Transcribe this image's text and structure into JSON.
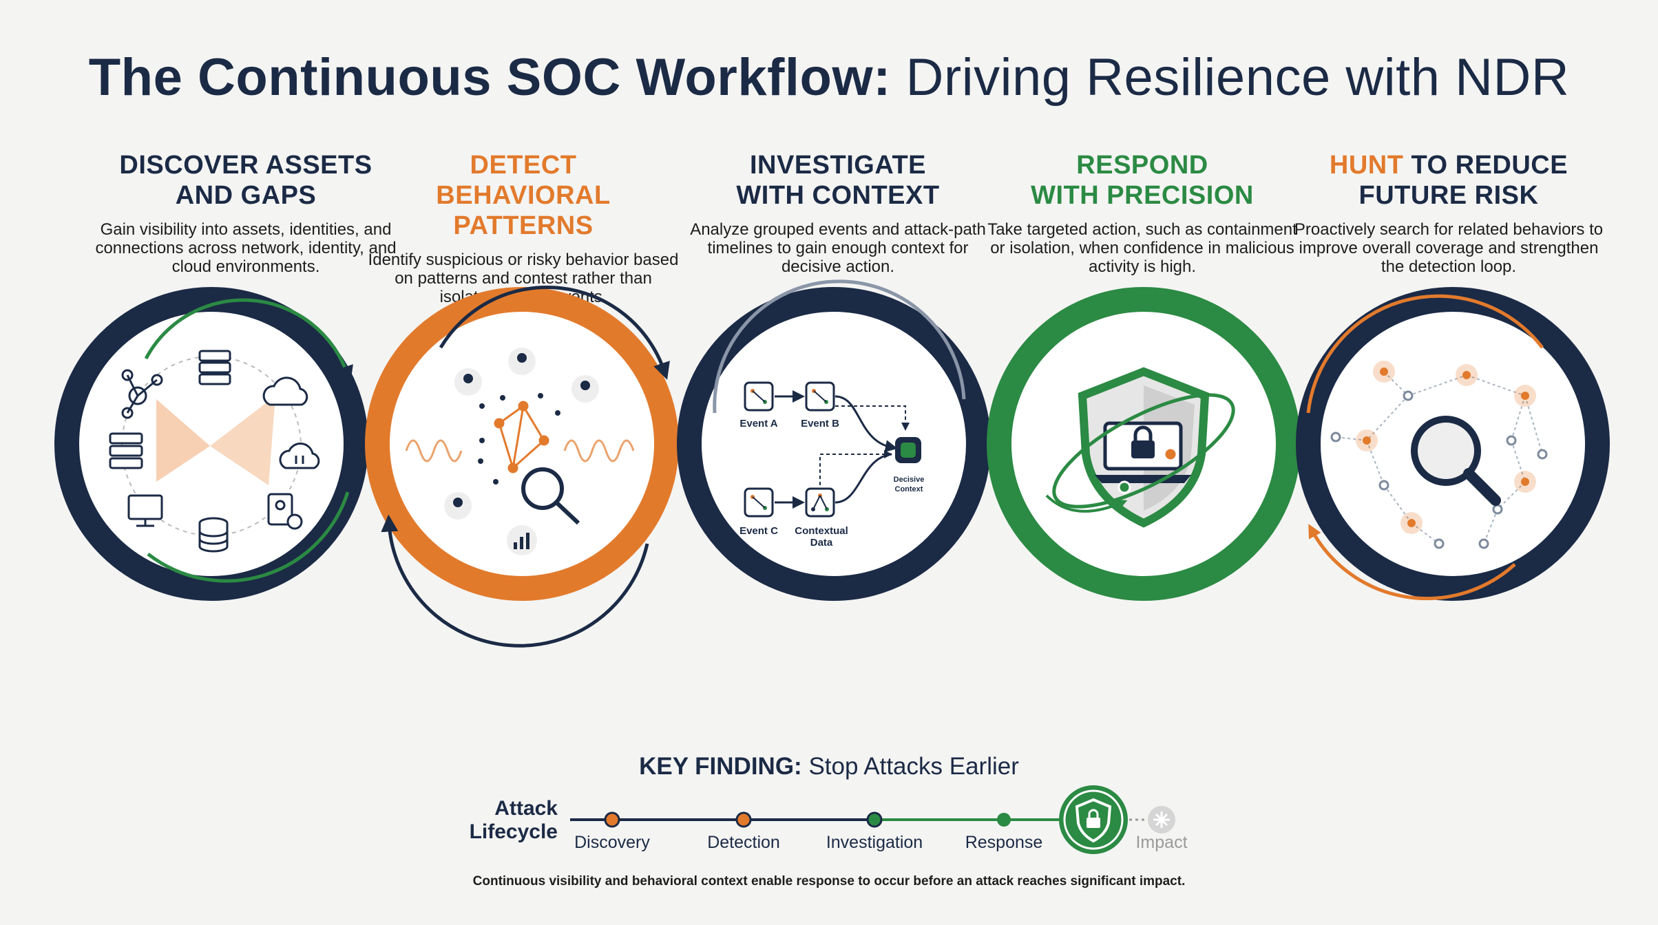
{
  "title": {
    "bold": "The Continuous SOC Workflow:",
    "regular": "Driving Resilience with NDR"
  },
  "stages": [
    {
      "heading_line1": "DISCOVER ASSETS",
      "heading_line2": "AND GAPS",
      "description": "Gain visibility into assets, identities, and connections across network, identity, and cloud environments.",
      "accent": "#1b2a45"
    },
    {
      "heading_line1": "DETECT",
      "heading_line2": "BEHAVIORAL PATTERNS",
      "description": "Identify suspicious or risky behavior based on patterns and contest rather than isolated, single events.",
      "accent": "#e27a2c"
    },
    {
      "heading_line1": "INVESTIGATE",
      "heading_line2": "WITH CONTEXT",
      "description": "Analyze grouped events and attack-path timelines to gain enough context for decisive action.",
      "accent": "#1b2a45"
    },
    {
      "heading_line1": "RESPOND",
      "heading_line2": "WITH PRECISION",
      "description": "Take targeted action, such as containment or isolation, when confidence in malicious activity is high.",
      "accent": "#2b8a43"
    },
    {
      "heading_line1_accent": "HUNT",
      "heading_line1_rest": " TO REDUCE",
      "heading_line2": "FUTURE RISK",
      "description": "Proactively search for related behaviors to improve overall coverage and strengthen the detection loop.",
      "accent": "#e27a2c"
    }
  ],
  "investigate_diagram": {
    "event_a": "Event A",
    "event_b": "Event B",
    "event_c": "Event C",
    "contextual_data_line1": "Contextual",
    "contextual_data_line2": "Data",
    "decisive_line1": "Decisive",
    "decisive_line2": "Context"
  },
  "key_finding": {
    "label": "KEY FINDING:",
    "text": "Stop Attacks Earlier"
  },
  "lifecycle": {
    "label_line1": "Attack",
    "label_line2": "Lifecycle",
    "steps": [
      "Discovery",
      "Detection",
      "Investigation",
      "Response",
      "Impact"
    ]
  },
  "footer": "Continuous visibility and behavioral context enable response to occur before an attack reaches significant impact.",
  "colors": {
    "navy": "#1b2a45",
    "orange": "#e27a2c",
    "green": "#2b8a43",
    "background": "#f4f4f3"
  }
}
